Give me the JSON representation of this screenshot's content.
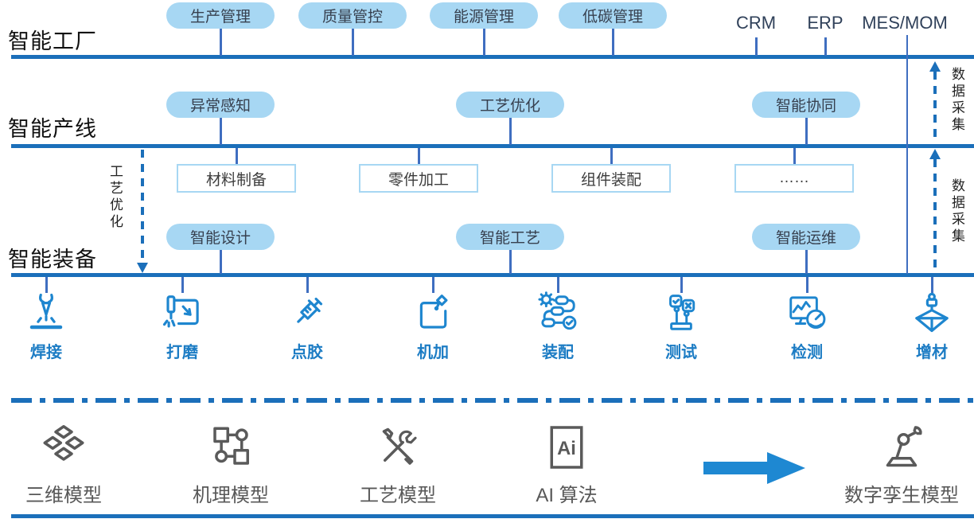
{
  "palette": {
    "line_blue": "#1b6fba",
    "connector_blue": "#3f6ec0",
    "pill_bg": "#a7d7f3",
    "pill_text": "#37404f",
    "equipment_icon_blue": "#1e86cf",
    "equipment_label_blue": "#1c7cc4",
    "model_gray": "#585858",
    "arrow_blue": "#1e88d2"
  },
  "layers": {
    "factory": {
      "label": "智能工厂",
      "pills": [
        "生产管理",
        "质量管控",
        "能源管理",
        "低碳管理"
      ],
      "systems": [
        "CRM",
        "ERP",
        "MES/MOM"
      ]
    },
    "production_line": {
      "label": "智能产线",
      "pills": [
        "异常感知",
        "工艺优化",
        "智能协同"
      ]
    },
    "process_boxes": [
      "材料制备",
      "零件加工",
      "组件装配",
      "……"
    ],
    "equipment": {
      "label": "智能装备",
      "pills": [
        "智能设计",
        "智能工艺",
        "智能运维"
      ]
    }
  },
  "side_labels": {
    "process_optimization": "工艺优化",
    "data_collection_upper": "数据采集",
    "data_collection_lower": "数据采集"
  },
  "equipment_items": [
    {
      "icon": "welding-icon",
      "label": "焊接"
    },
    {
      "icon": "grinding-icon",
      "label": "打磨"
    },
    {
      "icon": "dispensing-icon",
      "label": "点胶"
    },
    {
      "icon": "machining-icon",
      "label": "机加"
    },
    {
      "icon": "assembly-icon",
      "label": "装配"
    },
    {
      "icon": "testing-icon",
      "label": "测试"
    },
    {
      "icon": "inspection-icon",
      "label": "检测"
    },
    {
      "icon": "additive-icon",
      "label": "增材"
    }
  ],
  "model_items": [
    {
      "icon": "cube-3d-icon",
      "label": "三维模型"
    },
    {
      "icon": "mechanism-icon",
      "label": "机理模型"
    },
    {
      "icon": "tools-icon",
      "label": "工艺模型"
    },
    {
      "icon": "ai-icon",
      "label": "AI 算法",
      "icon_text": "Ai"
    },
    {
      "icon": "robot-arm-icon",
      "label": "数字孪生模型"
    }
  ]
}
